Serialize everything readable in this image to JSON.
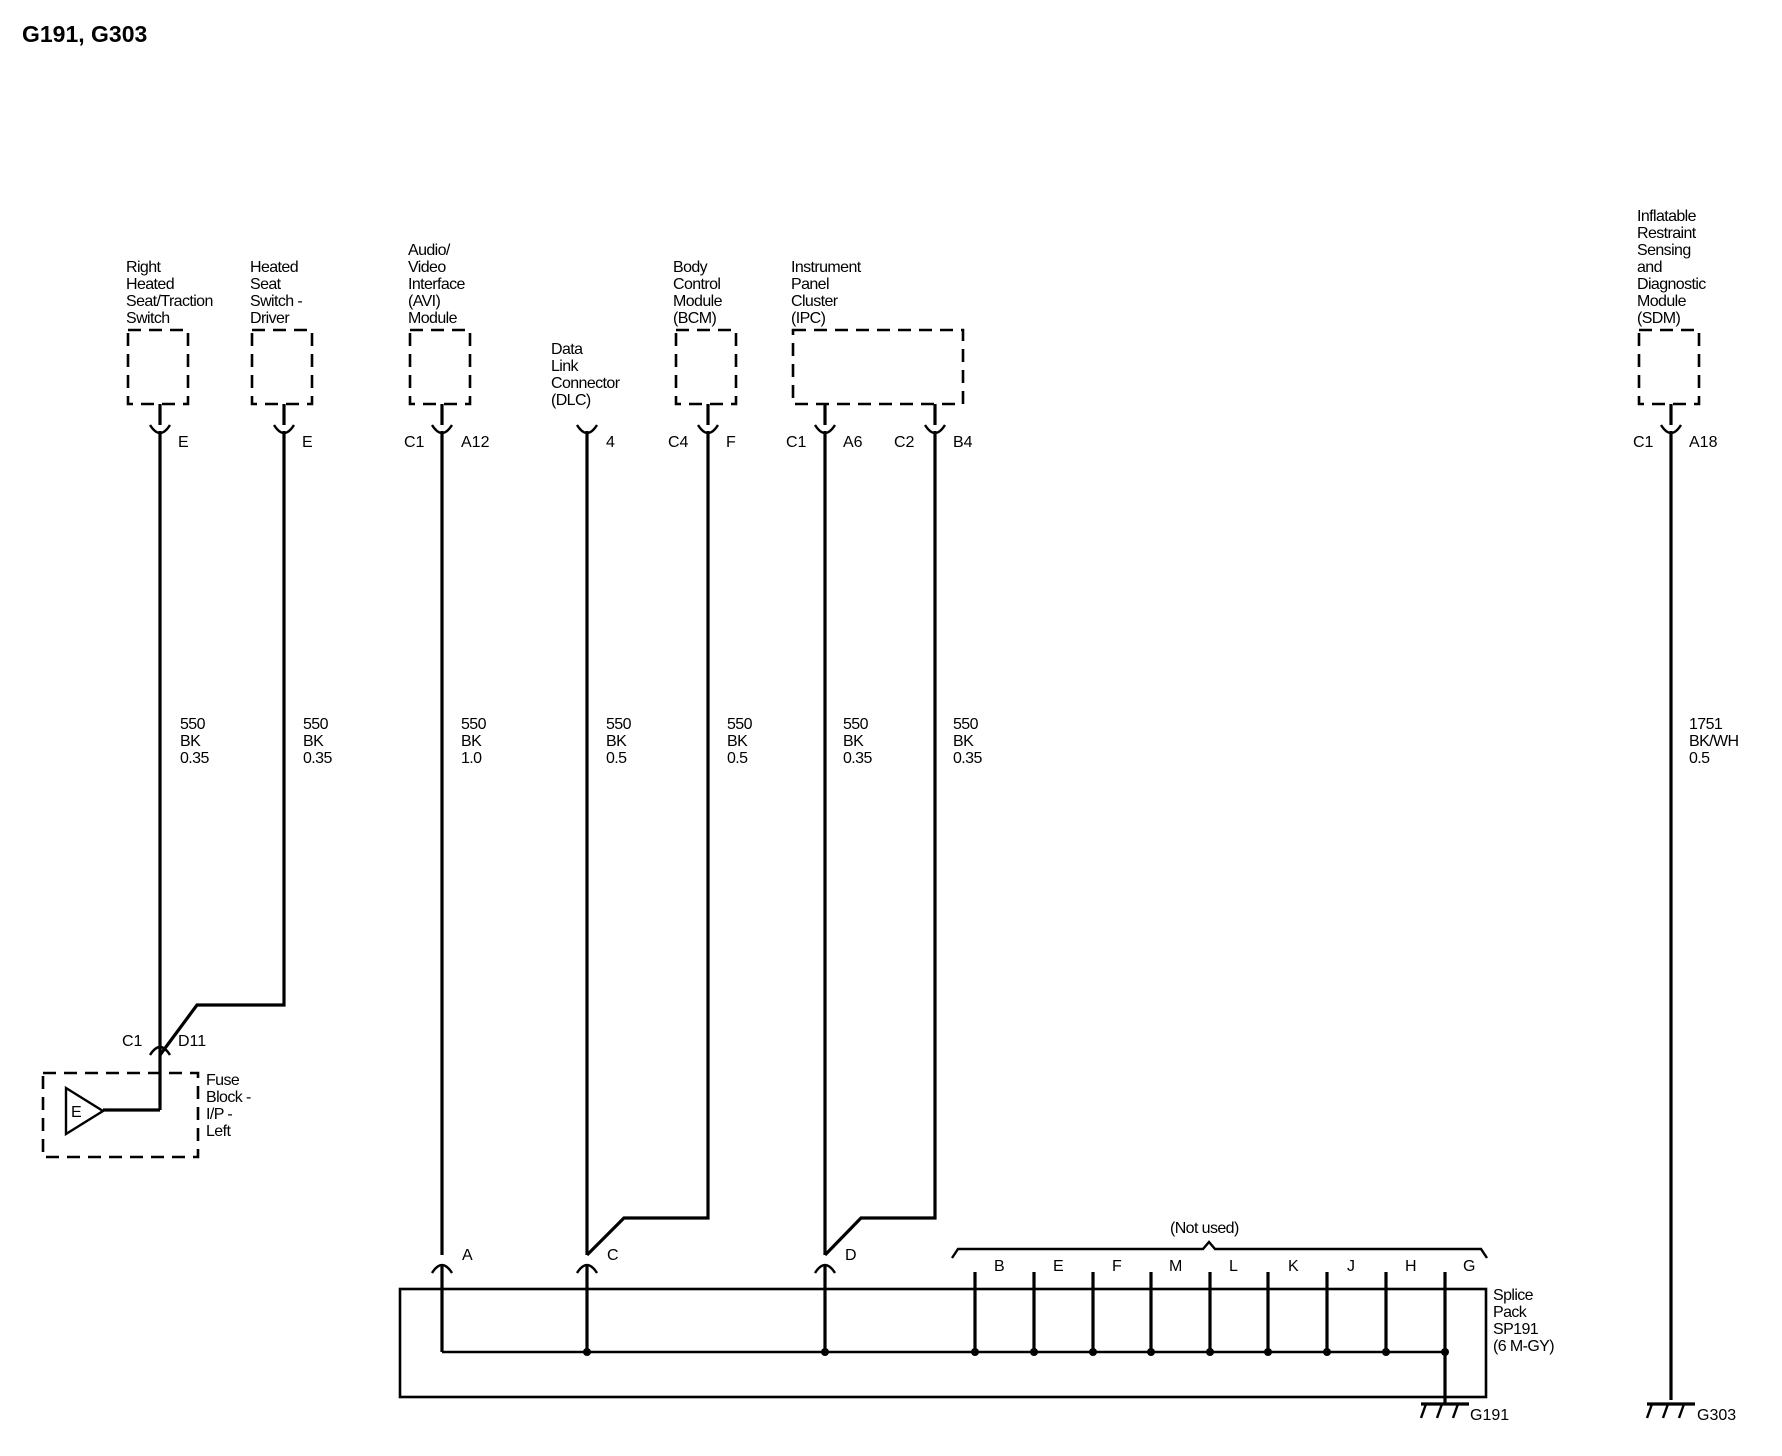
{
  "title": "G191, G303",
  "components": {
    "right_heated_seat": [
      "Right",
      "Heated",
      "Seat/Traction",
      "Switch"
    ],
    "heated_seat_driver": [
      "Heated",
      "Seat",
      "Switch -",
      "Driver"
    ],
    "avi_module": [
      "Audio/",
      "Video",
      "Interface",
      "(AVI)",
      "Module"
    ],
    "dlc": [
      "Data",
      "Link",
      "Connector",
      "(DLC)"
    ],
    "bcm": [
      "Body",
      "Control",
      "Module",
      "(BCM)"
    ],
    "ipc": [
      "Instrument",
      "Panel",
      "Cluster",
      "(IPC)"
    ],
    "sdm": [
      "Inflatable",
      "Restraint",
      "Sensing",
      "and",
      "Diagnostic",
      "Module",
      "(SDM)"
    ],
    "fuse_block": [
      "Fuse",
      "Block -",
      "I/P -",
      "Left"
    ],
    "splice_pack": [
      "Splice",
      "Pack",
      "SP191",
      "(6 M-GY)"
    ]
  },
  "pins": {
    "rhs_e": "E",
    "hsd_e": "E",
    "avi_c1": "C1",
    "avi_a12": "A12",
    "dlc_4": "4",
    "bcm_c4": "C4",
    "bcm_f": "F",
    "ipc_c1": "C1",
    "ipc_a6": "A6",
    "ipc_c2": "C2",
    "ipc_b4": "B4",
    "sdm_c1": "C1",
    "sdm_a18": "A18",
    "fuse_c1": "C1",
    "fuse_d11": "D11",
    "fuse_e": "E",
    "sp_a": "A",
    "sp_c": "C",
    "sp_d": "D",
    "not_used": "(Not used)",
    "unused_pins": [
      "B",
      "E",
      "F",
      "M",
      "L",
      "K",
      "J",
      "H",
      "G"
    ]
  },
  "wires": {
    "w1": [
      "550",
      "BK",
      "0.35"
    ],
    "w2": [
      "550",
      "BK",
      "0.35"
    ],
    "w3": [
      "550",
      "BK",
      "1.0"
    ],
    "w4": [
      "550",
      "BK",
      "0.5"
    ],
    "w5": [
      "550",
      "BK",
      "0.5"
    ],
    "w6": [
      "550",
      "BK",
      "0.35"
    ],
    "w7": [
      "550",
      "BK",
      "0.35"
    ],
    "w8": [
      "1751",
      "BK/WH",
      "0.5"
    ]
  },
  "grounds": {
    "g191": "G191",
    "g303": "G303"
  }
}
